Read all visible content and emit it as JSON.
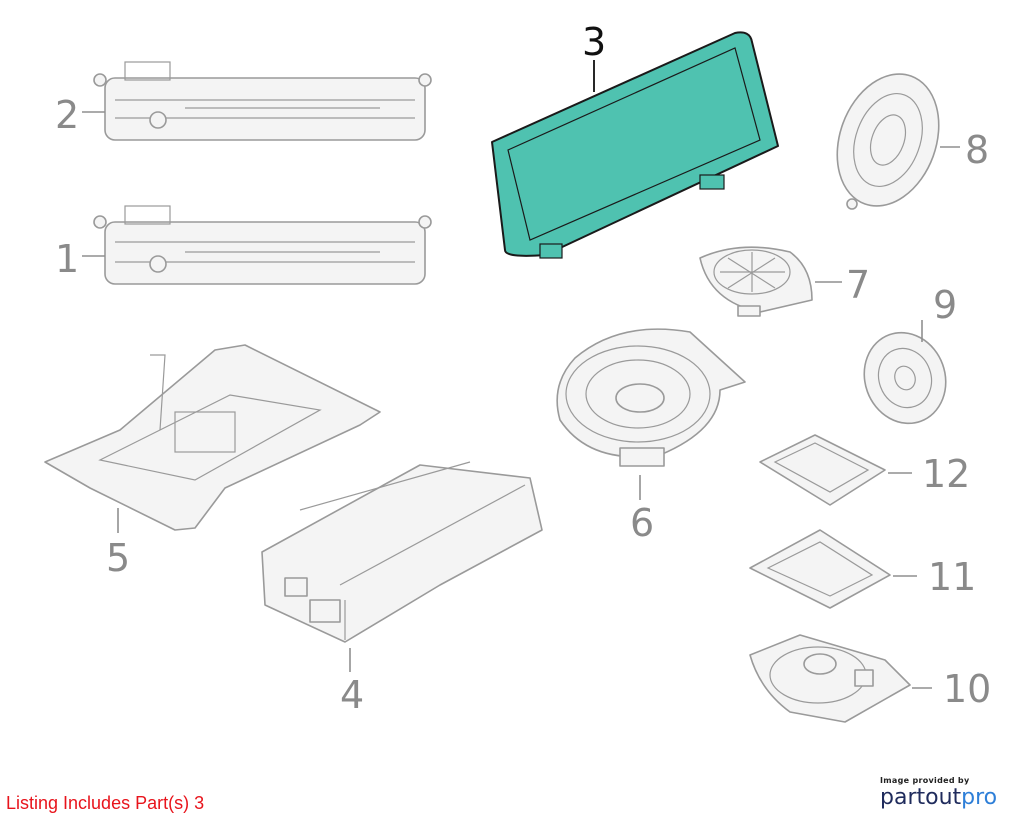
{
  "highlight_color": "#4fc2b0",
  "callout_color": "#8a8a8a",
  "callouts": {
    "c1": "1",
    "c2": "2",
    "c3": "3",
    "c4": "4",
    "c5": "5",
    "c6": "6",
    "c7": "7",
    "c8": "8",
    "c9": "9",
    "c10": "10",
    "c11": "11",
    "c12": "12"
  },
  "listing": {
    "text": "Listing Includes Part(s) 3",
    "color": "#e8141c"
  },
  "logo": {
    "provided_by": "Image provided by",
    "brand_part1": "partout",
    "brand_part2": "pro",
    "brand_color": "#1f2b5c",
    "accent_color": "#2e7fd8"
  }
}
